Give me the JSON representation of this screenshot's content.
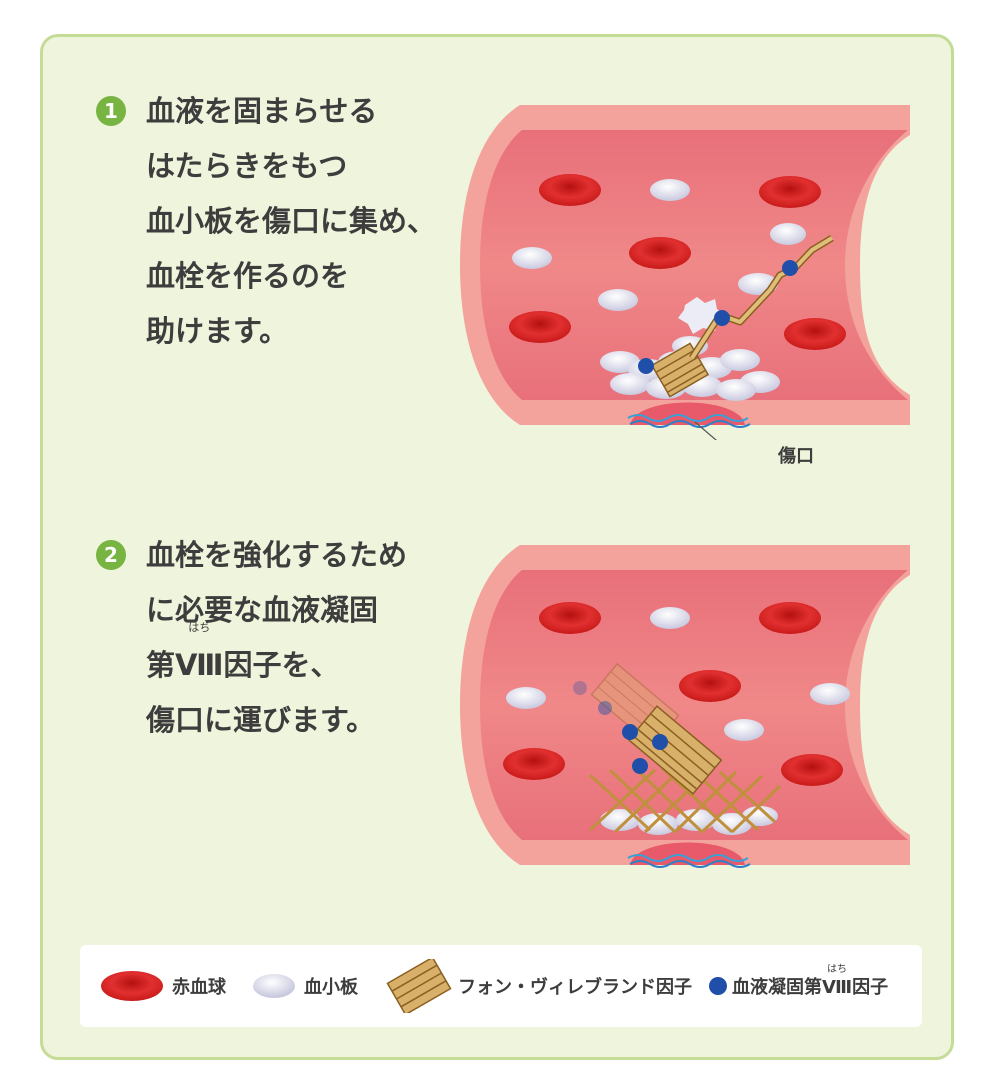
{
  "steps": [
    {
      "number": "1",
      "lines": [
        "血液を固まらせる",
        "はたらきをもつ",
        "血小板を傷口に集め、",
        "血栓を作るのを",
        "助けます。"
      ]
    },
    {
      "number": "2",
      "lines_plain": [
        "血栓を強化するため",
        "に必要な血液凝固"
      ],
      "line3_pre": "第",
      "line3_roman": "Ⅷ",
      "line3_ruby": "はち",
      "line3_post": "因子を、",
      "line4": "傷口に運びます。"
    }
  ],
  "figure1": {
    "wound_label": "傷口"
  },
  "legend": {
    "red_blood_cell": "赤血球",
    "platelet": "血小板",
    "vwf": "フォン・ヴィレブランド因子",
    "factor8_pre": "血液凝固第",
    "factor8_roman": "Ⅷ",
    "factor8_ruby": "はち",
    "factor8_post": "因子"
  },
  "colors": {
    "panel_bg": "#eff4dc",
    "panel_border": "#c5dc96",
    "number_badge": "#77b442",
    "vessel_wall": "#f08c88",
    "vessel_inner": "#ec7a7a",
    "red_blood_cell": "#dd2424",
    "platelet": "#dcdcee",
    "vwf": "#c99a4e",
    "factor8": "#1f4fa8"
  }
}
